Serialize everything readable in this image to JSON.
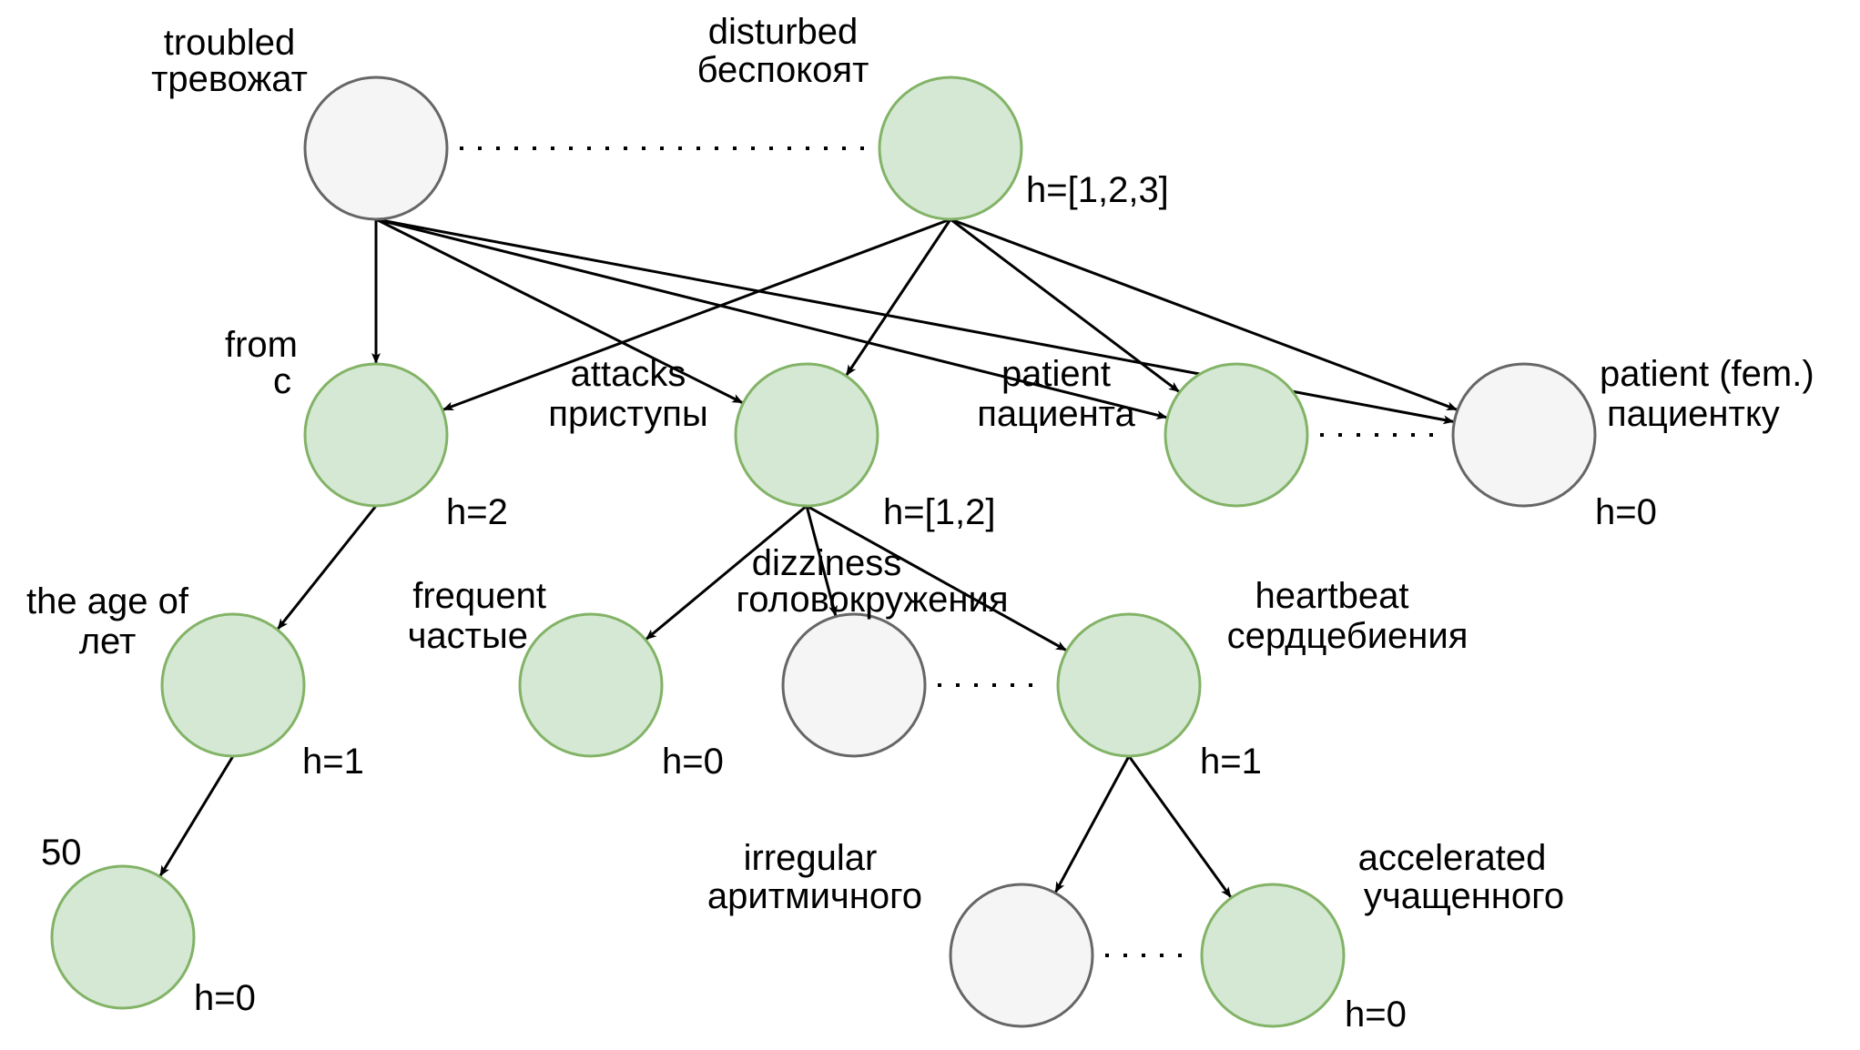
{
  "colors": {
    "highlighted_fill": "#d5e8d4",
    "highlighted_stroke": "#82b366",
    "plain_fill": "#f5f5f5",
    "plain_stroke": "#666666",
    "edge": "#000000"
  },
  "nodes": [
    {
      "id": "troubled",
      "en": "troubled",
      "ru": "тревожат",
      "h": "",
      "highlighted": false
    },
    {
      "id": "disturbed",
      "en": "disturbed",
      "ru": "беспокоят",
      "h": "h=[1,2,3]",
      "highlighted": true
    },
    {
      "id": "from",
      "en": "from",
      "ru": "с",
      "h": "h=2",
      "highlighted": true
    },
    {
      "id": "attacks",
      "en": "attacks",
      "ru": "приступы",
      "h": "h=[1,2]",
      "highlighted": true
    },
    {
      "id": "patient",
      "en": "patient",
      "ru": "пациента",
      "h": "",
      "highlighted": true
    },
    {
      "id": "patient_fem",
      "en": "patient (fem.)",
      "ru": "пациентку",
      "h": "h=0",
      "highlighted": false
    },
    {
      "id": "age_of",
      "en": "the age of",
      "ru": "лет",
      "h": "h=1",
      "highlighted": true
    },
    {
      "id": "frequent",
      "en": "frequent",
      "ru": "частые",
      "h": "h=0",
      "highlighted": true
    },
    {
      "id": "dizziness",
      "en": "dizziness",
      "ru": "головокружения",
      "h": "",
      "highlighted": false
    },
    {
      "id": "heartbeat",
      "en": "heartbeat",
      "ru": "сердцебиения",
      "h": "h=1",
      "highlighted": true
    },
    {
      "id": "fifty",
      "en": "50",
      "ru": "",
      "h": "h=0",
      "highlighted": true
    },
    {
      "id": "irregular",
      "en": "irregular",
      "ru": "аритмичного",
      "h": "",
      "highlighted": false
    },
    {
      "id": "accelerated",
      "en": "accelerated",
      "ru": "учащенного",
      "h": "h=0",
      "highlighted": true
    }
  ],
  "edges": [
    {
      "from": "troubled",
      "to": "from"
    },
    {
      "from": "troubled",
      "to": "attacks"
    },
    {
      "from": "troubled",
      "to": "patient"
    },
    {
      "from": "troubled",
      "to": "patient_fem"
    },
    {
      "from": "disturbed",
      "to": "from"
    },
    {
      "from": "disturbed",
      "to": "attacks"
    },
    {
      "from": "disturbed",
      "to": "patient"
    },
    {
      "from": "disturbed",
      "to": "patient_fem"
    },
    {
      "from": "from",
      "to": "age_of"
    },
    {
      "from": "age_of",
      "to": "fifty"
    },
    {
      "from": "attacks",
      "to": "frequent"
    },
    {
      "from": "attacks",
      "to": "dizziness"
    },
    {
      "from": "attacks",
      "to": "heartbeat"
    },
    {
      "from": "heartbeat",
      "to": "irregular"
    },
    {
      "from": "heartbeat",
      "to": "accelerated"
    }
  ],
  "alignments": [
    {
      "a": "troubled",
      "b": "disturbed"
    },
    {
      "a": "patient",
      "b": "patient_fem"
    },
    {
      "a": "dizziness",
      "b": "heartbeat"
    },
    {
      "a": "irregular",
      "b": "accelerated"
    }
  ]
}
